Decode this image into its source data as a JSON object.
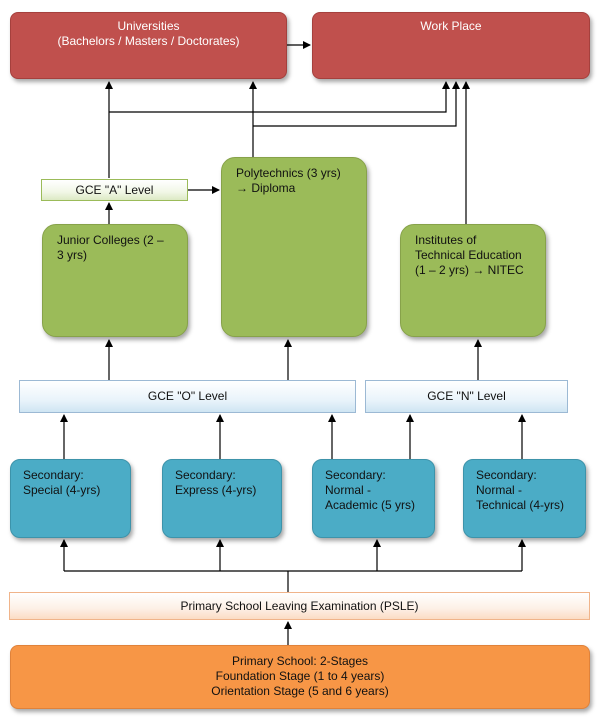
{
  "nodes": {
    "universities": {
      "line1": "Universities",
      "line2": "(Bachelors / Masters / Doctorates)"
    },
    "workplace": {
      "label": "Work Place"
    },
    "gce_a": {
      "label": "GCE \"A\" Level"
    },
    "polytechnics": {
      "line1": "Polytechnics (3 yrs)",
      "line2": "→ Diploma"
    },
    "junior_colleges": {
      "line1": "Junior Colleges (2 –",
      "line2": "3 yrs)"
    },
    "ite": {
      "line1": "Institutes of",
      "line2": "Technical Education",
      "line3": "(1 – 2 yrs) → NITEC"
    },
    "gce_o": {
      "label": "GCE \"O\" Level"
    },
    "gce_n": {
      "label": "GCE \"N\" Level"
    },
    "sec_special": {
      "line1": "Secondary:",
      "line2": "Special (4-yrs)"
    },
    "sec_express": {
      "line1": "Secondary:",
      "line2": "Express (4-yrs)"
    },
    "sec_normal_academic": {
      "line1": "Secondary:",
      "line2": "Normal -",
      "line3": "Academic (5 yrs)"
    },
    "sec_normal_technical": {
      "line1": "Secondary:",
      "line2": "Normal -",
      "line3": "Technical (4-yrs)"
    },
    "psle": {
      "label": "Primary School Leaving Examination (PSLE)"
    },
    "primary": {
      "line1": "Primary School: 2-Stages",
      "line2": "Foundation Stage (1 to 4 years)",
      "line3": "Orientation Stage (5 and 6 years)"
    }
  },
  "colors": {
    "university_red": "#c0504d",
    "tertiary_green": "#9bbb59",
    "secondary_blue": "#4bacc6",
    "primary_orange": "#f79646"
  }
}
